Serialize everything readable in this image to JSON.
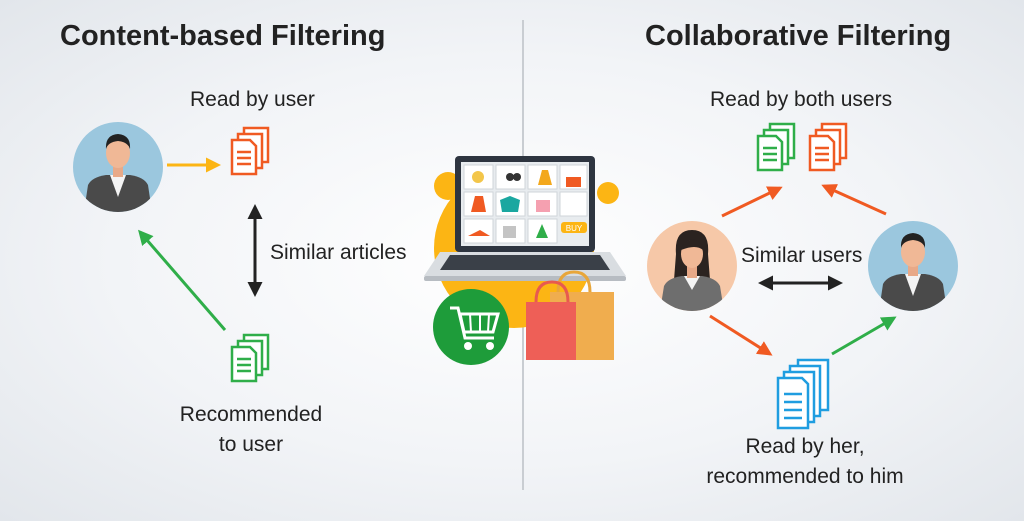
{
  "content": {
    "title": "Content-based Filtering",
    "read_by_user": "Read by user",
    "similar_articles": "Similar articles",
    "recommended_line1": "Recommended",
    "recommended_line2": "to user"
  },
  "collab": {
    "title": "Collaborative Filtering",
    "read_by_both": "Read by both users",
    "similar_users": "Similar users",
    "read_by_her_line1": "Read by her,",
    "read_by_her_line2": "recommended to him"
  },
  "center": {
    "buy_tag": "BUY"
  },
  "colors": {
    "orange": "#f05a22",
    "green": "#2fae49",
    "blue": "#1f9de0",
    "yellow": "#fcb514",
    "avatar_bg": "#9bc7de",
    "female_bg": "#f6c8a8"
  },
  "icons": [
    "user-avatar-icon",
    "female-user-avatar-icon",
    "document-stack-icon",
    "laptop-shop-icon",
    "shopping-cart-icon",
    "shopping-bag-icon"
  ]
}
